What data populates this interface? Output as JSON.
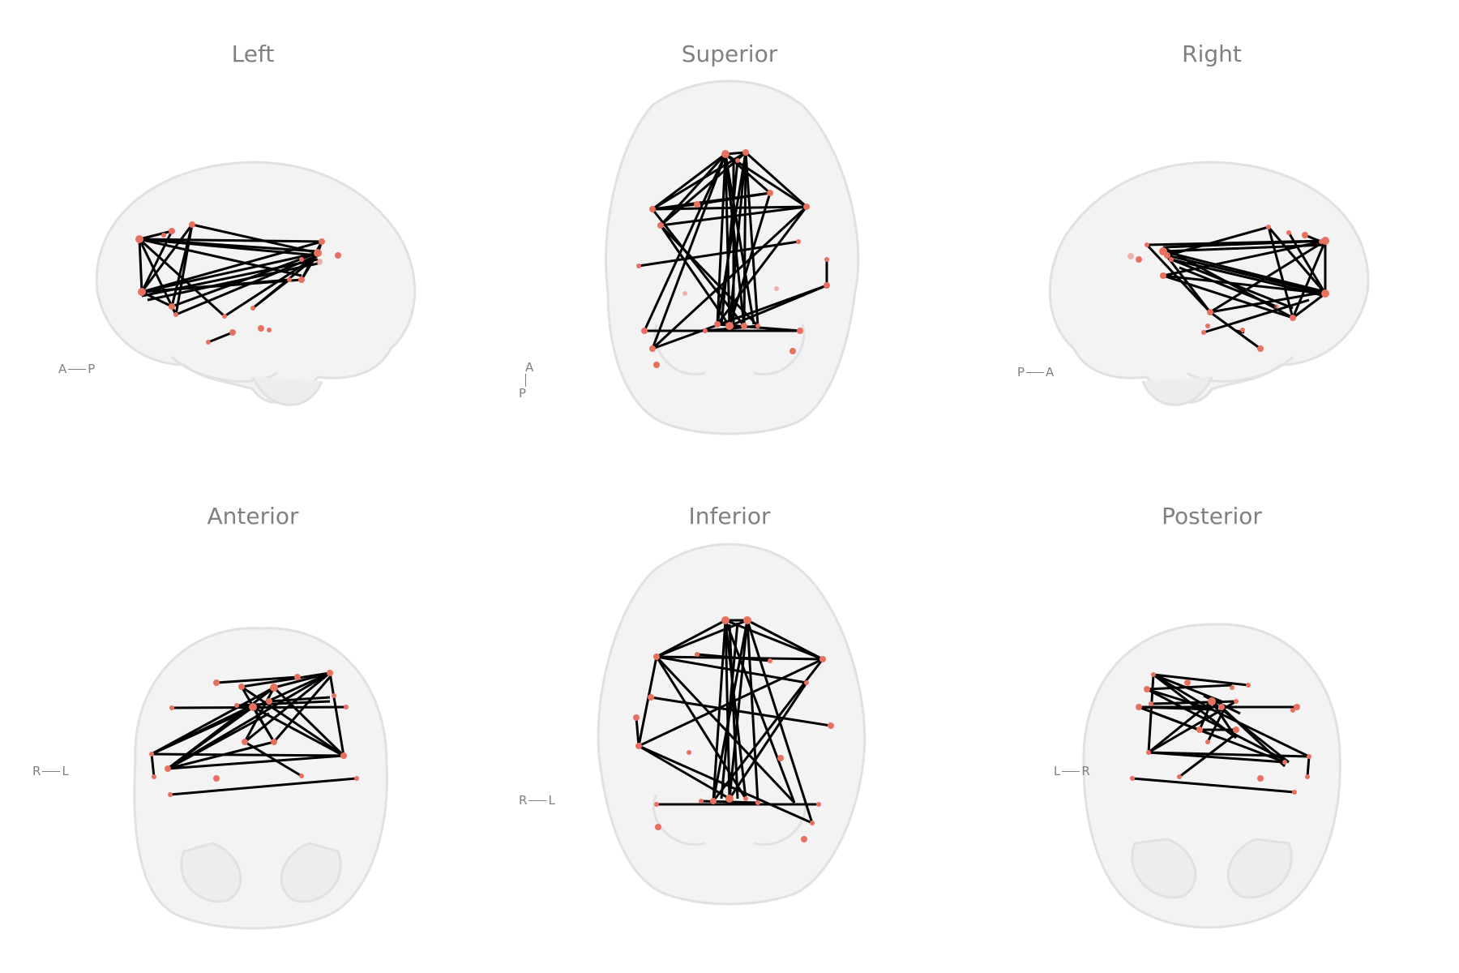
{
  "panels": [
    {
      "id": "left",
      "title": "Left",
      "orientation": {
        "a": "A",
        "b": "P"
      }
    },
    {
      "id": "superior",
      "title": "Superior",
      "orientation": {
        "a": "A",
        "b": "P"
      }
    },
    {
      "id": "right",
      "title": "Right",
      "orientation": {
        "a": "P",
        "b": "A"
      }
    },
    {
      "id": "anterior",
      "title": "Anterior",
      "orientation": {
        "a": "R",
        "b": "L"
      }
    },
    {
      "id": "inferior",
      "title": "Inferior",
      "orientation": {
        "a": "R",
        "b": "L"
      }
    },
    {
      "id": "posterior",
      "title": "Posterior",
      "orientation": {
        "a": "L",
        "b": "R"
      }
    }
  ],
  "colors": {
    "node": "#e8705f",
    "edge": "#000000",
    "brain": "#d9d9d9",
    "label": "#808080"
  }
}
